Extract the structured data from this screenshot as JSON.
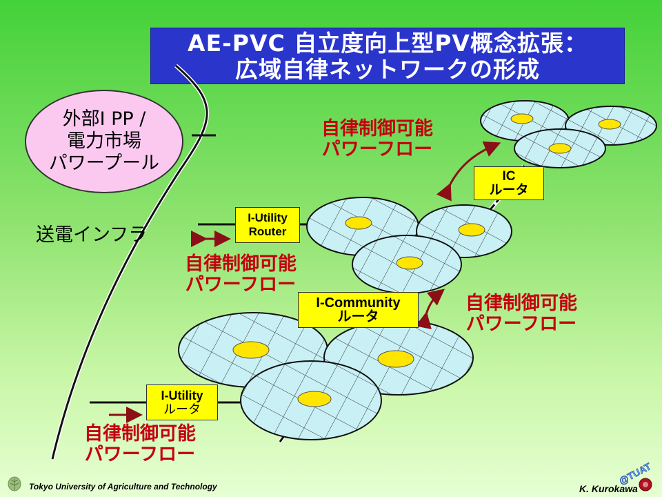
{
  "title": {
    "line1": "AE-PVC 自立度向上型PV概念拡張：",
    "line2": "広域自律ネットワークの形成"
  },
  "pool": {
    "lines": [
      "外部I PP /",
      "電力市場",
      "パワープール"
    ]
  },
  "infra_label": "送電インフラ",
  "routers": {
    "iutility_top": [
      "I-Utility",
      "Router"
    ],
    "icommunity": [
      "I-Community",
      "ルータ"
    ],
    "ic": [
      "IC",
      "ルータ"
    ],
    "iutility_bottom": [
      "I-Utility",
      "ルータ"
    ]
  },
  "flows": {
    "top": [
      "自律制御可能",
      "パワーフロー"
    ],
    "middle_left": [
      "自律制御可能",
      "パワーフロー"
    ],
    "middle_right": [
      "自律制御可能",
      "パワーフロー"
    ],
    "bottom": [
      "自律制御可能",
      "パワーフロー"
    ]
  },
  "footer": "Tokyo University of Agriculture and Technology",
  "author": "K. Kurokawa",
  "logo_text": "@TUAT",
  "colors": {
    "title_bg": "#2a35cc",
    "router": "#ffff00",
    "flow_text": "#c40010",
    "pool": "#fbc9f0",
    "disk": "#c8f0f5",
    "disk_center": "#ffe600"
  }
}
